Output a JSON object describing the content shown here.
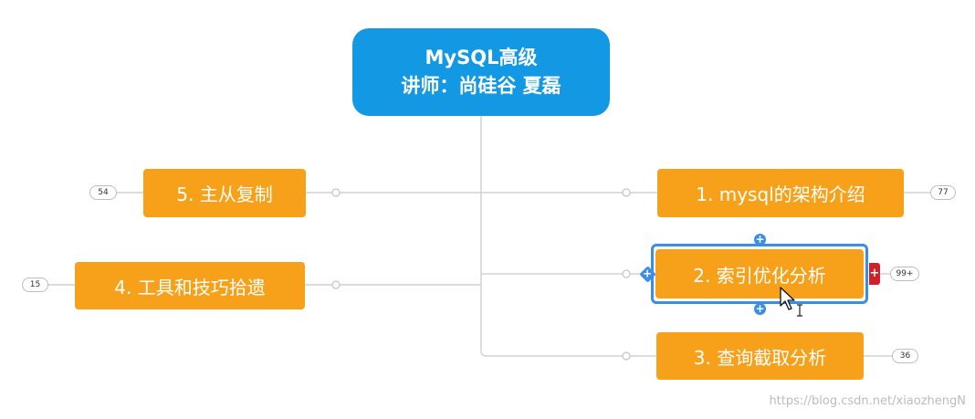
{
  "central_topic": {
    "title": "MySQL高级",
    "subtitle": "讲师：尚硅谷 夏磊"
  },
  "topics": [
    {
      "label": "1. mysql的架构介绍",
      "count": "77",
      "selected": false
    },
    {
      "label": "2. 索引优化分析",
      "count": "99+",
      "selected": true
    },
    {
      "label": "3. 查询截取分析",
      "count": "36",
      "selected": false
    },
    {
      "label": "4. 工具和技巧拾遗",
      "count": "15",
      "selected": false
    },
    {
      "label": "5. 主从复制",
      "count": "54",
      "selected": false
    }
  ],
  "selection": {
    "handle_icon": "plus-icon",
    "handle_glyph": "+",
    "expand_icon": "plus-icon",
    "expand_glyph": "+"
  },
  "cursor": {
    "pointer_icon": "arrow-cursor-icon",
    "text_icon": "text-cursor-icon"
  },
  "watermark": "https://blog.csdn.net/xiaozhengN",
  "colors": {
    "central": "#1399e3",
    "topic": "#f7a11a",
    "selection": "#3b8ee6",
    "line": "#d2d2d2",
    "expand": "#d0202a"
  }
}
